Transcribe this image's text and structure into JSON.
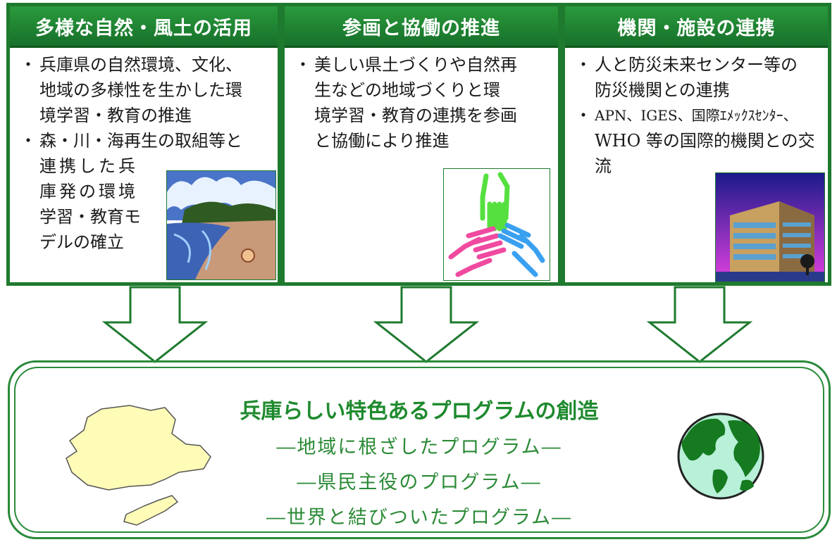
{
  "columns": [
    {
      "title": "多様な自然・風土の活用",
      "bullets": [
        {
          "mark": "・",
          "lines": [
            "兵庫県の自然環境、文化、",
            "地域の多様性を生かした環",
            "境学習・教育の推進"
          ]
        },
        {
          "mark": "・",
          "lines": [
            "森・川・海再生の取組等と"
          ]
        }
      ],
      "wrap_lines": [
        "連携した兵",
        "庫発の環境",
        "学習・教育モ",
        "デルの確立"
      ],
      "image_icon": "seashore-clipart-icon"
    },
    {
      "title": "参画と協働の推進",
      "bullets": [
        {
          "mark": "・",
          "lines": [
            "美しい県土づくりや自然再",
            "生などの地域づくりと環",
            "境学習・教育の連携を参画",
            "と協働により推進"
          ]
        }
      ],
      "image_icon": "joined-hands-clipart-icon"
    },
    {
      "title": "機関・施設の連携",
      "bullets": [
        {
          "mark": "・",
          "lines": [
            "人と防災未来センター等の",
            "防災機関との連携"
          ]
        },
        {
          "mark": "・",
          "lines": [
            "APN、IGES、国際ｴﾒｯｸｽｾﾝﾀｰ、",
            "WHO 等の国際的機関との交",
            "流"
          ]
        }
      ],
      "image_icon": "office-building-clipart-icon"
    }
  ],
  "bottom": {
    "title": "兵庫らしい特色あるプログラムの創造",
    "subtitles": [
      "―地域に根ざしたプログラム―",
      "―県民主役のプログラム―",
      "―世界と結びついたプログラム―"
    ],
    "left_icon": "hyogo-map-icon",
    "right_icon": "globe-icon"
  },
  "colors": {
    "green": "#1e7a2e",
    "title_green": "#1e8a2e",
    "map_fill": "#fffcb8",
    "globe_sea": "#b8f0d8",
    "globe_land": "#157a20"
  }
}
